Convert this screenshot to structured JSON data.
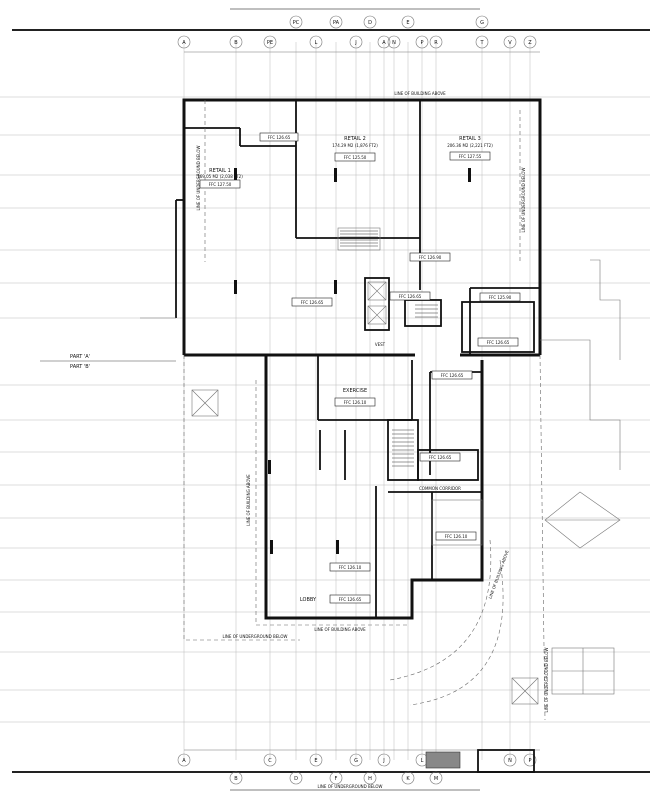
{
  "plan": {
    "grid_top": [
      "A",
      "B",
      "PE",
      "PC",
      "PA",
      "D",
      "E",
      "G",
      "L",
      "J",
      "A",
      "N",
      "P",
      "R",
      "T",
      "V",
      "Z"
    ],
    "grid_bottom": [
      "A",
      "B",
      "C",
      "D",
      "E",
      "F",
      "G",
      "H",
      "J",
      "K",
      "L",
      "M",
      "N",
      "P"
    ],
    "top_note": "LINE OF BUILDING ABOVE",
    "rooms": {
      "retail1": {
        "name": "RETAIL 1",
        "area": "169.05 M2 (2,038 FT2)",
        "ffc": "FFC 127.50"
      },
      "retail2": {
        "name": "RETAIL 2",
        "area": "174.29 M2 (1,876 FT2)",
        "ffc": "FFC 125.50"
      },
      "retail3": {
        "name": "RETAIL 3",
        "area": "206.36 M2 (2,221 FT2)",
        "ffc": "FFC 127.55"
      },
      "corridor_a": {
        "ffc": "FFC 126.65"
      },
      "corridor_b": {
        "ffc": "FFC 126.90"
      },
      "core_1": {
        "ffc": "FFC 126.65"
      },
      "core_2": {
        "ffc": "FFC 125.90"
      },
      "core_3": {
        "ffc": "FFC 126.65"
      },
      "top_small": {
        "ffc": "FFC 126.65"
      },
      "exercise": {
        "name": "EXERCISE",
        "ffc": "FFC 126.10"
      },
      "right_wing": {
        "ffc": "FFC 126.65"
      },
      "washrooms": {
        "ffc": "FFC 126.65"
      },
      "south_room": {
        "ffc": "FFC 126.10"
      },
      "amenity": {
        "ffc": "FFC 126.10"
      },
      "lobby": {
        "name": "LOBBY",
        "ffc": "FFC 126.65"
      },
      "vest": {
        "name": "VEST"
      },
      "corridor_label": {
        "name": "COMMON CORRIDOR"
      }
    },
    "part_a": "PART 'A'",
    "part_b": "PART 'B'",
    "notes": {
      "underground_left": "LINE OF UNDERGROUND BELOW",
      "underground_right": "LINE OF UNDERGROUND BELOW",
      "building_above_left": "LINE OF BUILDING ABOVE",
      "underground_bottom": "LINE OF UNDERGROUND BELOW",
      "building_above_bottom": "LINE OF BUILDING ABOVE",
      "building_above_right": "LINE OF BUILDING ABOVE",
      "underground_far_right": "LINE OF UNDERGROUND BELOW",
      "underground_base": "LINE OF UNDERGROUND BELOW"
    }
  }
}
